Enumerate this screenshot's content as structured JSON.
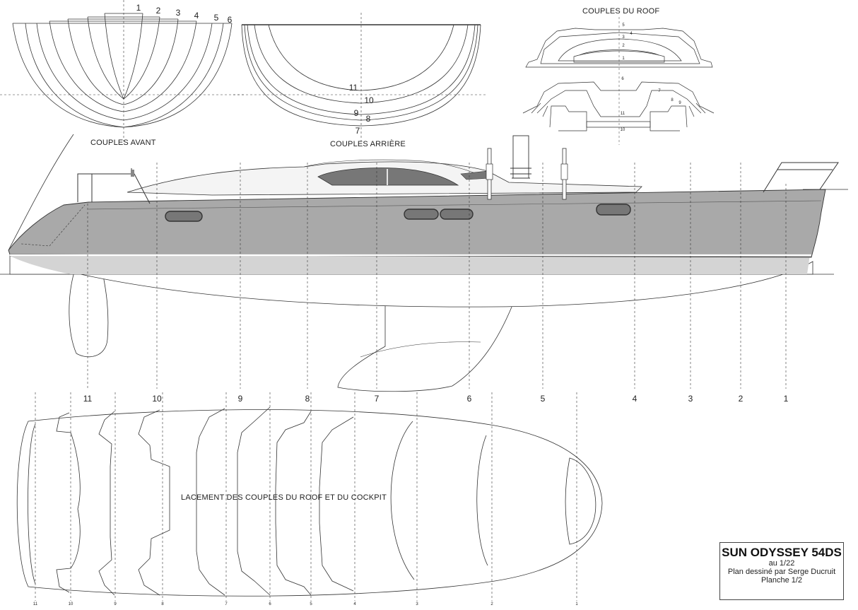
{
  "labels": {
    "couples_avant": "COUPLES AVANT",
    "couples_arriere": "COUPLES ARRIÈRE",
    "couples_roof": "COUPLES DU ROOF",
    "placement": "LACEMENT DES COUPLES DU ROOF ET DU COCKPIT"
  },
  "title_block": {
    "name": "SUN ODYSSEY 54DS",
    "scale": "au 1/22",
    "author": "Plan dessiné par Serge Ducruit",
    "sheet": "Planche 1/2"
  },
  "front_frames": [
    "1",
    "2",
    "3",
    "4",
    "5",
    "6"
  ],
  "rear_frames": [
    "11",
    "10",
    "9",
    "8",
    "7"
  ],
  "roof_frames_upper": [
    "5",
    "4",
    "3",
    "2",
    "1"
  ],
  "roof_frames_lower": [
    "6",
    "7",
    "8",
    "9",
    "11",
    "10"
  ],
  "profile_stations": [
    "11",
    "10",
    "9",
    "8",
    "7",
    "6",
    "5",
    "4",
    "3",
    "2",
    "1"
  ],
  "plan_stations": [
    "11",
    "10",
    "9",
    "8",
    "7",
    "6",
    "5",
    "4",
    "3",
    "2",
    "1"
  ]
}
